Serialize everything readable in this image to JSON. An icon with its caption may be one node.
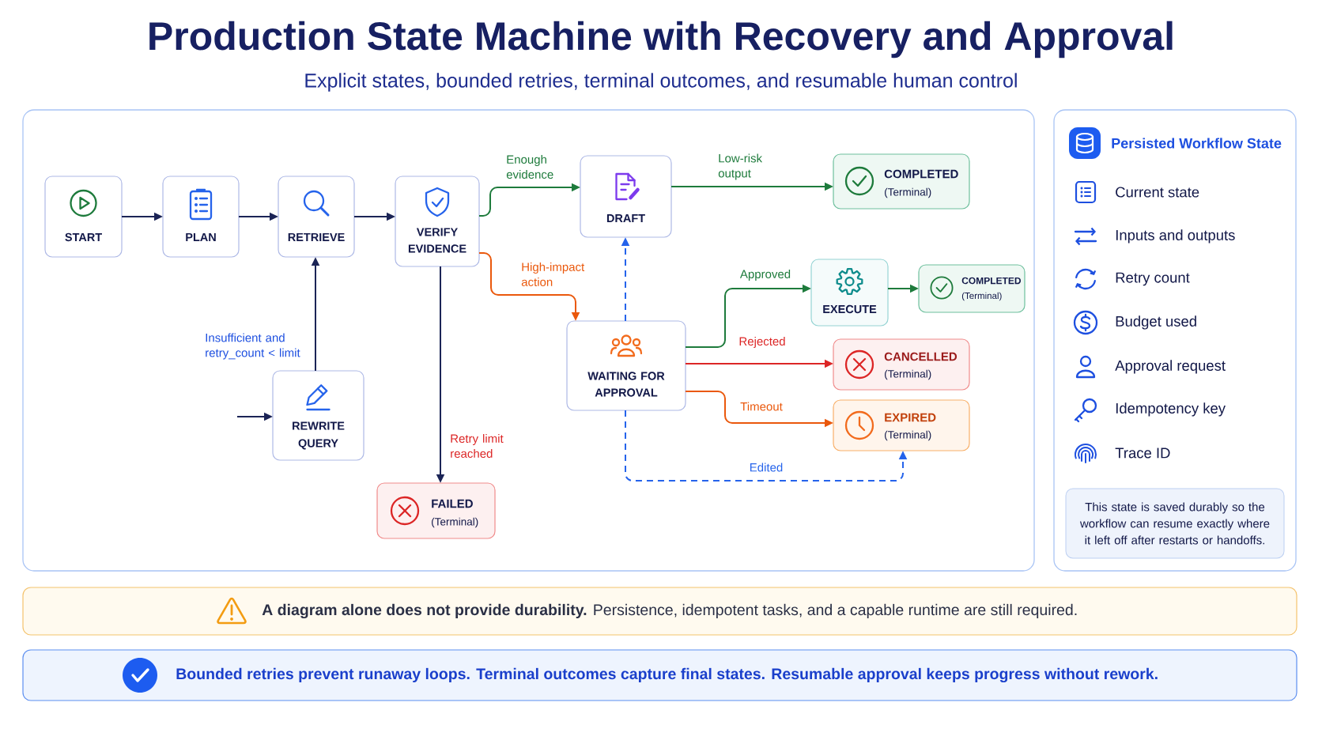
{
  "diagram": {
    "title": "Production State Machine with Recovery and Approval",
    "nodes": [
      {
        "text": [],
        "shape": "box"
      },
      {
        "text": [
          "START"
        ],
        "in": 0
      },
      {
        "text": [
          "PLAN"
        ],
        "in": 0
      },
      {
        "text": [
          "RETRIEVE"
        ],
        "in": 0
      },
      {
        "text": [
          "VERIFY EVIDENCE"
        ],
        "in": 0
      },
      {
        "text": [
          "DRAFT"
        ],
        "in": 0
      },
      {
        "text": [
          "COMPLETED",
          "(Terminal)"
        ],
        "in": 0
      },
      {
        "text": [
          "EXECUTE"
        ],
        "in": 0
      },
      {
        "text": [
          "COMPLETED",
          "(Terminal)"
        ],
        "in": 0
      },
      {
        "text": [
          "WAITING FOR APPROVAL"
        ],
        "in": 0
      },
      {
        "text": [
          "CANCELLED",
          "(Terminal)"
        ],
        "in": 0
      },
      {
        "text": [
          "EXPIRED",
          "(Terminal)"
        ],
        "in": 0
      },
      {
        "text": [
          "REWRITE QUERY"
        ],
        "in": 0
      },
      {
        "text": [
          "FAILED",
          "(Terminal)"
        ],
        "in": 0
      },
      {
        "text": [
          "Persisted Workflow State"
        ]
      },
      {
        "text": [
          "This state is saved durably so the workflow can resume exactly where it left off after restarts or handoffs."
        ],
        "in": 14
      },
      {
        "text": [
          "**A diagram alone does not provide durability.** Persistence, idempotent tasks, and a capable runtime are still required."
        ]
      },
      {
        "text": [
          "Bounded retries prevent runaway loops. Terminal outcomes capture final states. Resumable approval keeps progress without rework."
        ]
      }
    ],
    "edges": [
      {
        "from": 1,
        "to": 2,
        "arrow": "to"
      },
      {
        "from": 2,
        "to": 3,
        "arrow": "to"
      },
      {
        "from": 3,
        "to": 4,
        "arrow": "to"
      },
      {
        "from": 4,
        "to": 5,
        "arrow": "to",
        "label": "Enough evidence",
        "color": "#1e7b3c"
      },
      {
        "from": 5,
        "to": 6,
        "arrow": "to",
        "label": "Low-risk output",
        "color": "#1e7b3c"
      },
      {
        "from": 4,
        "to": 9,
        "arrow": "to",
        "label": "High-impact action",
        "color": "#ea580c"
      },
      {
        "from": 4,
        "to": 13,
        "arrow": "to",
        "label": "Retry limit reached"
      },
      {
        "from": 12,
        "to": 3,
        "arrow": "to",
        "label": "Insufficient and retry_count < limit"
      },
      {
        "from": null,
        "to": 12,
        "arrow": "to"
      },
      {
        "from": 9,
        "to": 5,
        "arrow": "to",
        "style": "dashed",
        "color": "#2563eb"
      },
      {
        "from": 9,
        "to": 7,
        "arrow": "to",
        "label": "Approved",
        "color": "#1e7b3c"
      },
      {
        "from": 7,
        "to": 8,
        "arrow": "to",
        "color": "#1e7b3c"
      },
      {
        "from": 9,
        "to": 10,
        "arrow": "to",
        "label": "Rejected",
        "color": "#dc2626"
      },
      {
        "from": 9,
        "to": 11,
        "arrow": "to",
        "label": "Timeout",
        "color": "#ea580c"
      },
      {
        "from": 9,
        "to": 11,
        "arrow": "to",
        "label": "Edited",
        "style": "dashed",
        "color": "#2563eb"
      }
    ],
    "labels": [
      "Explicit states, bounded retries, terminal outcomes, and resumable human control",
      "Current state",
      "Inputs and outputs",
      "Retry count",
      "Budget used",
      "Approval request",
      "Idempotency key",
      "Trace ID"
    ]
  }
}
